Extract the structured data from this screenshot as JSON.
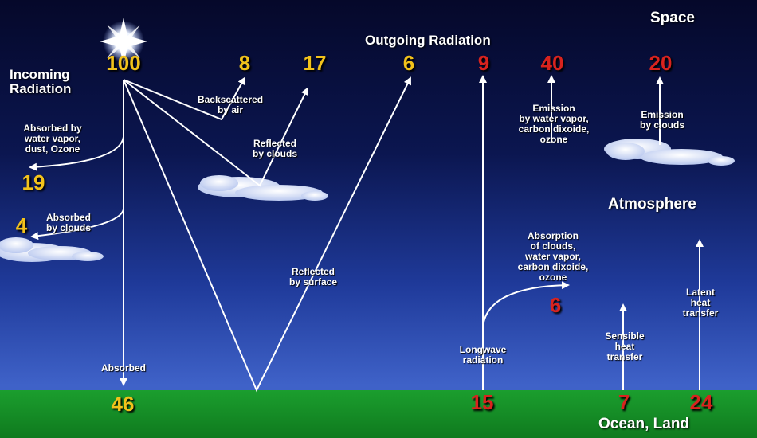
{
  "regions": {
    "space": "Space",
    "atmosphere": "Atmosphere",
    "surface": "Ocean, Land"
  },
  "headings": {
    "incoming": "Incoming\nRadiation",
    "outgoing": "Outgoing Radiation"
  },
  "numbers": {
    "incoming_total": "100",
    "backscattered_air": "8",
    "reflected_clouds": "17",
    "reflected_surface": "6",
    "longwave_to_space": "9",
    "emission_vapor": "40",
    "emission_clouds": "20",
    "absorbed_vapor": "19",
    "absorbed_clouds": "4",
    "absorbed_surface": "46",
    "absorption_longwave": "6",
    "longwave_surface": "15",
    "sensible_heat": "7",
    "latent_heat": "24"
  },
  "labels": {
    "absorbed_vapor": "Absorbed by\nwater vapor,\ndust, Ozone",
    "absorbed_clouds": "Absorbed\nby clouds",
    "backscattered": "Backscattered\nby air",
    "reflected_clouds": "Reflected\nby clouds",
    "reflected_surface": "Reflected\nby surface",
    "absorbed": "Absorbed",
    "emission_vapor": "Emission\nby water vapor,\ncarbon dixoide,\nozone",
    "emission_clouds": "Emission\nby clouds",
    "absorption": "Absorption\nof clouds,\nwater vapor,\ncarbon dixoide,\nozone",
    "longwave": "Longwave\nradiation",
    "sensible": "Sensible\nheat\ntransfer",
    "latent": "Latent\nheat\ntransfer"
  },
  "colors": {
    "shortwave_number": "#f2c21b",
    "longwave_number": "#d9231e",
    "ground": "#1b9e2e",
    "arrow": "#ffffff"
  },
  "icons": {
    "sun": "sun-icon",
    "cloud": "cloud-icon"
  }
}
